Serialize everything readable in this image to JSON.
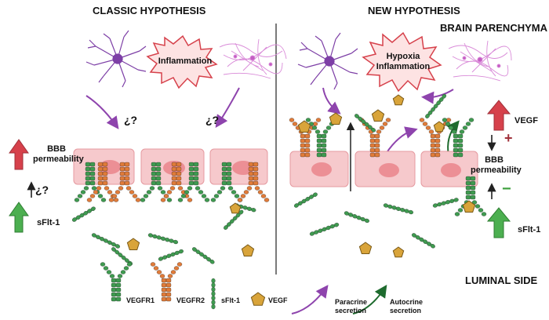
{
  "headers": {
    "classic": "CLASSIC HYPOTHESIS",
    "new": "NEW HYPOTHESIS",
    "brain": "BRAIN PARENCHYMA",
    "luminal": "LUMINAL SIDE"
  },
  "classic": {
    "burst": "Inflammation",
    "question_1": "¿?",
    "question_2": "¿?",
    "question_left": "¿?",
    "bbb_line1": "BBB",
    "bbb_line2": "permeability",
    "sflt": "sFlt-1"
  },
  "new": {
    "burst_line1": "Hypoxia",
    "burst_line2": "Inflammation",
    "vegf": "VEGF",
    "bbb_line1": "BBB",
    "bbb_line2": "permeability",
    "sflt": "sFlt-1",
    "plus": "+",
    "minus": "−"
  },
  "legend": {
    "vegfr1": "VEGFR1",
    "vegfr2": "VEGFR2",
    "sflt": "sFlt-1",
    "vegf": "VEGF",
    "paracrine_1": "Paracrine",
    "paracrine_2": "secretion",
    "autocrine_1": "Autocrine",
    "autocrine_2": "secretion"
  },
  "colors": {
    "cell_fill": "#f6c9cc",
    "cell_stroke": "#e59aa0",
    "nucleus": "#ec8f95",
    "vegfr1": "#3f9a50",
    "vegfr2": "#e07b39",
    "vegf": "#d9a43a",
    "paracrine": "#8e44ad",
    "autocrine": "#1e6b2e",
    "up_red": "#d6414b",
    "up_green": "#4caf50",
    "plus": "#a0303a",
    "minus": "#3ea03e"
  }
}
